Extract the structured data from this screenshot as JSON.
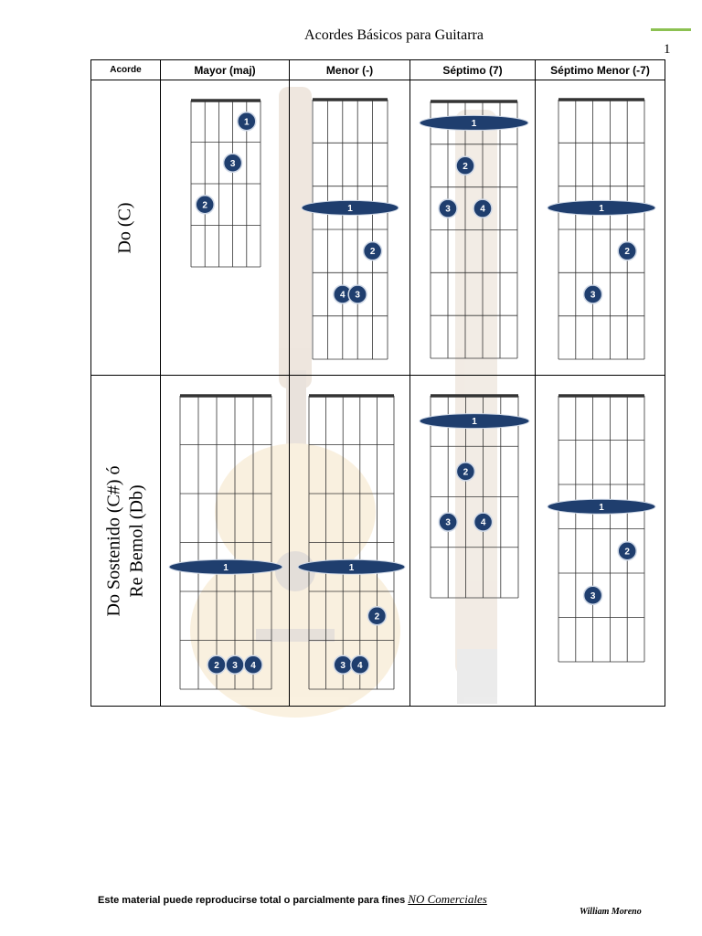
{
  "page": {
    "title": "Acordes Básicos para Guitarra",
    "page_number": "1",
    "accent_color": "#8cc152"
  },
  "table": {
    "headers": {
      "acorde": "Acorde",
      "mayor": "Mayor (maj)",
      "menor": "Menor (-)",
      "septimo": "Séptimo (7)",
      "septimo_menor": "Séptimo Menor (-7)"
    },
    "rows": [
      {
        "label_line1": "Do (C)",
        "label_line2": ""
      },
      {
        "label_line1": "Do Sostenido (C#)  ó",
        "label_line2": "Re Bemol (Db)"
      }
    ]
  },
  "marker_color": "#1f3e6e",
  "chord_diagrams": [
    {
      "row": 0,
      "col": "mayor",
      "frets": 4,
      "strings": 6,
      "fingers": [
        {
          "label": "1",
          "fret": 1,
          "string": 5
        },
        {
          "label": "3",
          "fret": 2,
          "string": 4
        },
        {
          "label": "2",
          "fret": 3,
          "string": 2
        }
      ],
      "barre": null
    },
    {
      "row": 0,
      "col": "menor",
      "frets": 6,
      "strings": 6,
      "fingers": [
        {
          "label": "2",
          "fret": 4,
          "string": 5
        },
        {
          "label": "4",
          "fret": 5,
          "string": 3
        },
        {
          "label": "3",
          "fret": 5,
          "string": 4
        }
      ],
      "barre": {
        "label": "1",
        "fret": 3
      }
    },
    {
      "row": 0,
      "col": "septimo",
      "frets": 6,
      "strings": 6,
      "fingers": [
        {
          "label": "2",
          "fret": 2,
          "string": 3
        },
        {
          "label": "3",
          "fret": 3,
          "string": 2
        },
        {
          "label": "4",
          "fret": 3,
          "string": 4
        }
      ],
      "barre": {
        "label": "1",
        "fret": 1
      }
    },
    {
      "row": 0,
      "col": "septimo_menor",
      "frets": 6,
      "strings": 6,
      "fingers": [
        {
          "label": "2",
          "fret": 4,
          "string": 5
        },
        {
          "label": "3",
          "fret": 5,
          "string": 3
        }
      ],
      "barre": {
        "label": "1",
        "fret": 3
      }
    },
    {
      "row": 1,
      "col": "mayor",
      "frets": 6,
      "strings": 6,
      "fingers": [
        {
          "label": "2",
          "fret": 6,
          "string": 3
        },
        {
          "label": "3",
          "fret": 6,
          "string": 4
        },
        {
          "label": "4",
          "fret": 6,
          "string": 5
        }
      ],
      "barre": {
        "label": "1",
        "fret": 4
      }
    },
    {
      "row": 1,
      "col": "menor",
      "frets": 6,
      "strings": 6,
      "fingers": [
        {
          "label": "2",
          "fret": 5,
          "string": 5
        },
        {
          "label": "3",
          "fret": 6,
          "string": 3
        },
        {
          "label": "4",
          "fret": 6,
          "string": 4
        }
      ],
      "barre": {
        "label": "1",
        "fret": 4
      }
    },
    {
      "row": 1,
      "col": "septimo",
      "frets": 4,
      "strings": 6,
      "fingers": [
        {
          "label": "2",
          "fret": 2,
          "string": 3
        },
        {
          "label": "3",
          "fret": 3,
          "string": 2
        },
        {
          "label": "4",
          "fret": 3,
          "string": 4
        }
      ],
      "barre": {
        "label": "1",
        "fret": 1
      }
    },
    {
      "row": 1,
      "col": "septimo_menor",
      "frets": 6,
      "strings": 6,
      "fingers": [
        {
          "label": "2",
          "fret": 4,
          "string": 5
        },
        {
          "label": "3",
          "fret": 5,
          "string": 3
        }
      ],
      "barre": {
        "label": "1",
        "fret": 3
      }
    }
  ],
  "footer": {
    "text": "Este material puede reproducirse total o parcialmente para fines ",
    "emphasis": "NO Comerciales",
    "author": "William Moreno"
  }
}
